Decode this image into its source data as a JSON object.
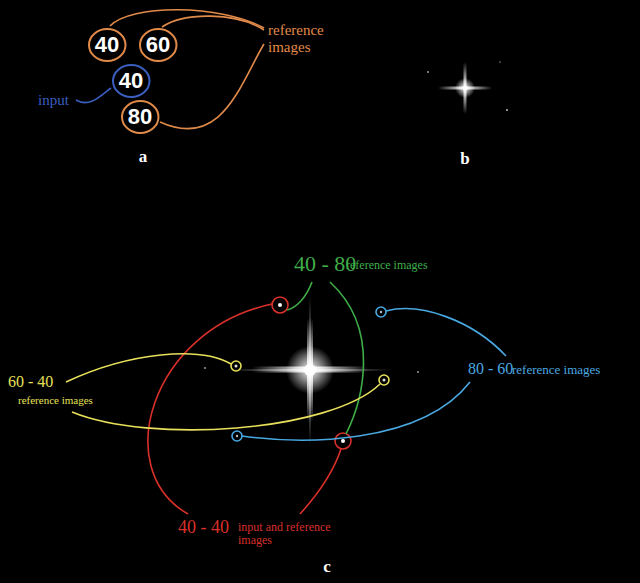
{
  "diagram": {
    "nodes": [
      {
        "text": [
          "40"
        ]
      },
      {
        "text": [
          "60"
        ]
      },
      {
        "text": [
          "40"
        ]
      },
      {
        "text": [
          "80"
        ]
      }
    ],
    "labels": [
      "reference images",
      "input",
      "a",
      "b",
      "40 - 80",
      "reference images",
      "60 - 40",
      "reference images",
      "80 - 60",
      "reference images",
      "40 - 40",
      "input and reference images",
      "c"
    ]
  }
}
